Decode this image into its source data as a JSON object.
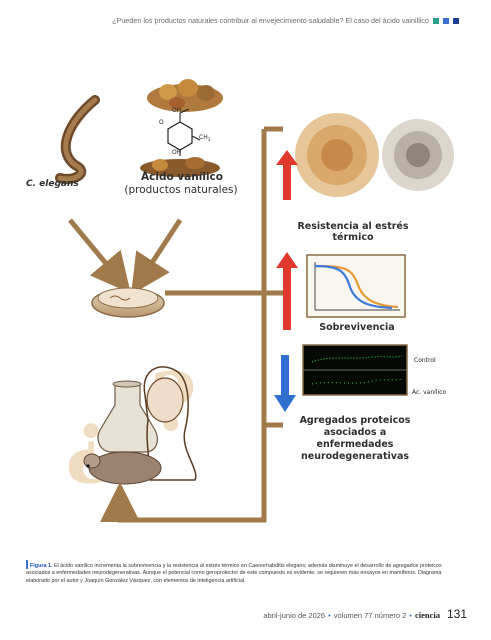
{
  "header": {
    "title": "¿Pueden los productos naturales contribuir al envejecimiento saludable? El caso del ácido vainillico",
    "squares": [
      "#2a9d8f",
      "#3b6fd0",
      "#1d3f8f"
    ]
  },
  "figure": {
    "label_elegans": "C. elegans",
    "label_acid": "Ácido vanílico",
    "label_acid_sub": "(productos naturales)",
    "chem_oh_top": "OH",
    "chem_o": "O",
    "chem_och3": "CH",
    "chem_och3_sub": "3",
    "chem_oh_bottom": "OH",
    "label_heat_1": "Resistencia al estrés",
    "label_heat_2": "térmico",
    "label_survival": "Sobrevivencia",
    "label_control": "Control",
    "label_av": "Ác. vanílico",
    "label_agg_1": "Agregados proteicos",
    "label_agg_2": "asociados a",
    "label_agg_3": "enfermedades",
    "label_agg_4": "neurodegenerativas",
    "colors": {
      "arrow_brown": "#a07a4a",
      "arrow_up": "#e03a2f",
      "arrow_down": "#2f6fd0",
      "line_blue": "#3f7ad8",
      "line_orange": "#e89a34",
      "question_mark": "#f0dcc0"
    }
  },
  "caption": {
    "fig_label": "Figura 1.",
    "text": " El ácido vanílico incrementa la sobrevivencia y la resistencia al estrés térmico en Caenorhabditis elegans; además disminuye el desarrollo de agregados proteicos asociados a enfermedades neurodegenerativas. Aunque el potencial como geroprotector de este compuesto es evidente, se requieren más ensayos en mamíferos. Diagrama elaborado por el autor y Joaquín González Vázquez, con elementos de inteligencia artificial."
  },
  "footer": {
    "date": "abril-junio de 2026",
    "volume": "volumen 77 número 2",
    "brand": "ciencia",
    "page": "131"
  }
}
